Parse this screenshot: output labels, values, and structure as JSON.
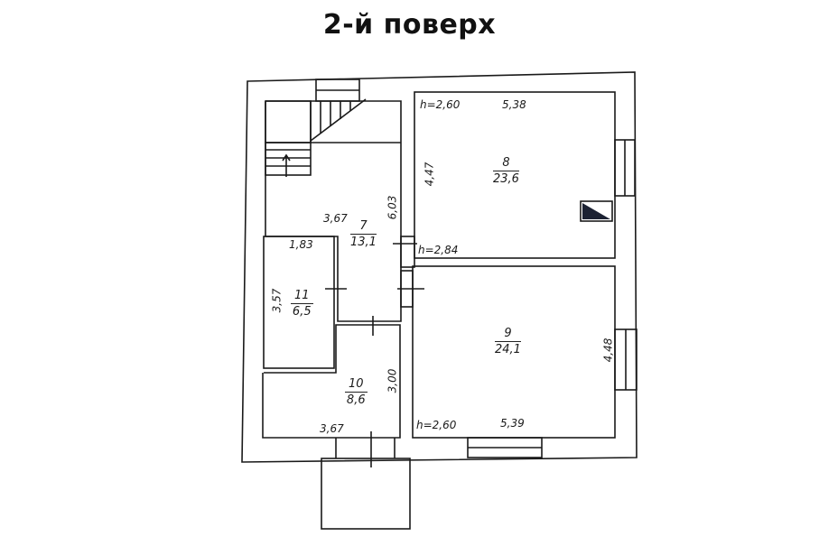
{
  "title": "2-й поверх",
  "rooms": {
    "r7": {
      "number": "7",
      "area": "13,1"
    },
    "r8": {
      "number": "8",
      "area": "23,6"
    },
    "r9": {
      "number": "9",
      "area": "24,1"
    },
    "r10": {
      "number": "10",
      "area": "8,6"
    },
    "r11": {
      "number": "11",
      "area": "6,5"
    }
  },
  "dimensions": {
    "r7_width": "3,67",
    "r7_length": "6,03",
    "r8_height": "h=2,60",
    "r8_width": "5,38",
    "r8_length": "4,47",
    "h_hall": "h=2,84",
    "r11_width": "1,83",
    "r11_length": "3,57",
    "r10_length": "3,00",
    "r10_width": "3,67",
    "r9_height": "h=2,60",
    "r9_width": "5,39",
    "r9_length": "4,48"
  },
  "colors": {
    "line": "#1a1a1a",
    "background": "#ffffff",
    "fill_dark": "#1c2233"
  }
}
